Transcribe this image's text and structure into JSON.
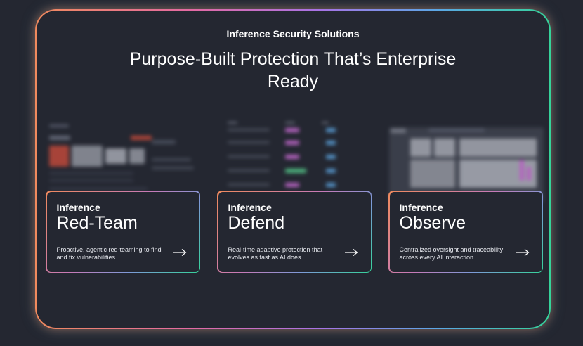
{
  "section": {
    "eyebrow": "Inference Security Solutions",
    "headline_line1": "Purpose-Built Protection That’s Enterprise",
    "headline_line2": "Ready"
  },
  "cards": [
    {
      "brand": "Inference",
      "title": "Red-Team",
      "description": "Proactive, agentic red-teaming to find and fix vulnerabilities.",
      "icon": "arrow-right-icon"
    },
    {
      "brand": "Inference",
      "title": "Defend",
      "description": "Real-time adaptive protection that evolves as fast as AI does.",
      "icon": "arrow-right-icon"
    },
    {
      "brand": "Inference",
      "title": "Observe",
      "description": "Centralized oversight and traceability across every AI interaction.",
      "icon": "arrow-right-icon"
    }
  ],
  "colors": {
    "background": "#242731",
    "gradient_start": "#f08a5d",
    "gradient_mid": "#a873e6",
    "gradient_end": "#35d39a"
  }
}
